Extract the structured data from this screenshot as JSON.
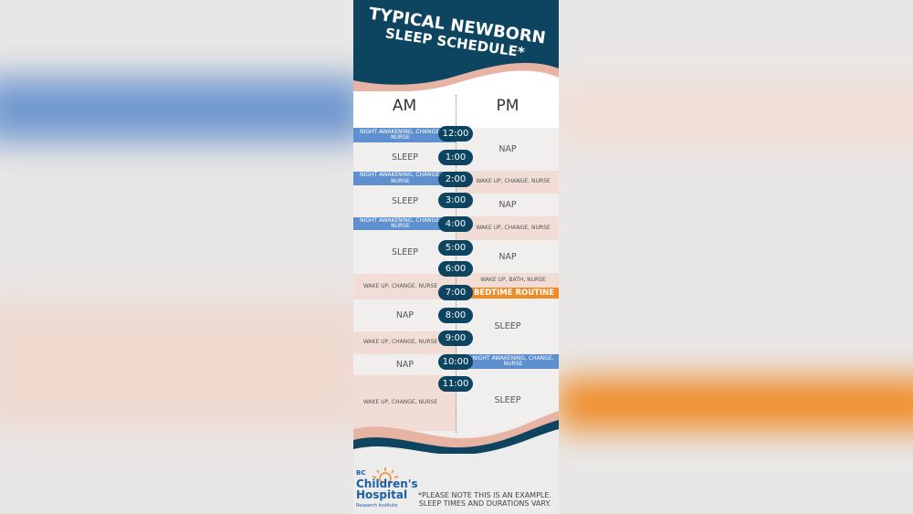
{
  "title": {
    "line1": "TYPICAL NEWBORN",
    "line2": "SLEEP SCHEDULE*"
  },
  "headers": {
    "am": "AM",
    "pm": "PM"
  },
  "times": [
    "12:00",
    "1:00",
    "2:00",
    "3:00",
    "4:00",
    "5:00",
    "6:00",
    "7:00",
    "8:00",
    "9:00",
    "10:00",
    "11:00"
  ],
  "am": [
    {
      "label": "NIGHT AWAKENING, CHANGE, NURSE",
      "type": "blue"
    },
    {
      "label": "SLEEP",
      "type": "grey"
    },
    {
      "label": "NIGHT AWAKENING, CHANGE, NURSE",
      "type": "blue"
    },
    {
      "label": "SLEEP",
      "type": "grey"
    },
    {
      "label": "NIGHT AWAKENING, CHANGE, NURSE",
      "type": "blue"
    },
    {
      "label": "SLEEP",
      "type": "grey"
    },
    {
      "label": "WAKE UP, CHANGE, NURSE",
      "type": "pink"
    },
    {
      "label": "NAP",
      "type": "grey"
    },
    {
      "label": "WAKE UP, CHANGE, NURSE",
      "type": "pink"
    },
    {
      "label": "NAP",
      "type": "grey"
    },
    {
      "label": "WAKE UP, CHANGE, NURSE",
      "type": "pink"
    }
  ],
  "pm": [
    {
      "label": "NAP",
      "type": "grey"
    },
    {
      "label": "WAKE UP, CHANGE, NURSE",
      "type": "pink"
    },
    {
      "label": "NAP",
      "type": "grey"
    },
    {
      "label": "WAKE UP, CHANGE, NURSE",
      "type": "pink"
    },
    {
      "label": "NAP",
      "type": "grey"
    },
    {
      "label": "WAKE UP, BATH, NURSE",
      "type": "pink"
    },
    {
      "label": "BEDTIME ROUTINE",
      "type": "orange"
    },
    {
      "label": "SLEEP",
      "type": "grey"
    },
    {
      "label": "NIGHT AWAKENING, CHANGE, NURSE",
      "type": "blue"
    },
    {
      "label": "SLEEP",
      "type": "grey"
    }
  ],
  "logo": {
    "bc": "BC",
    "name1": "Children's",
    "name2": "Hospital",
    "sub": "Research Institute"
  },
  "note": "*PLEASE NOTE THIS IS AN EXAMPLE. SLEEP TIMES AND DURATIONS VARY.",
  "colors": {
    "navy": "#0d4460",
    "blue": "#5e8fcf",
    "pink": "#f1ddd5",
    "orange": "#f08a24",
    "salmon": "#e7b3a3"
  }
}
